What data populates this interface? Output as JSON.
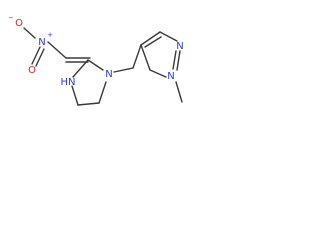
{
  "colors": {
    "bond": "#3a3a3a",
    "nitrogen": "#2a3fd6",
    "oxygen": "#e02020",
    "background": "#ffffff"
  },
  "atoms": {
    "o_minus": "O",
    "o_minus_charge": "−",
    "n_nitro": "N",
    "n_nitro_charge": "+",
    "o_nitro": "O",
    "nh": "HN",
    "n_ring": "N",
    "n_pyrazole_2": "N",
    "n_pyrazole_1": "N"
  }
}
